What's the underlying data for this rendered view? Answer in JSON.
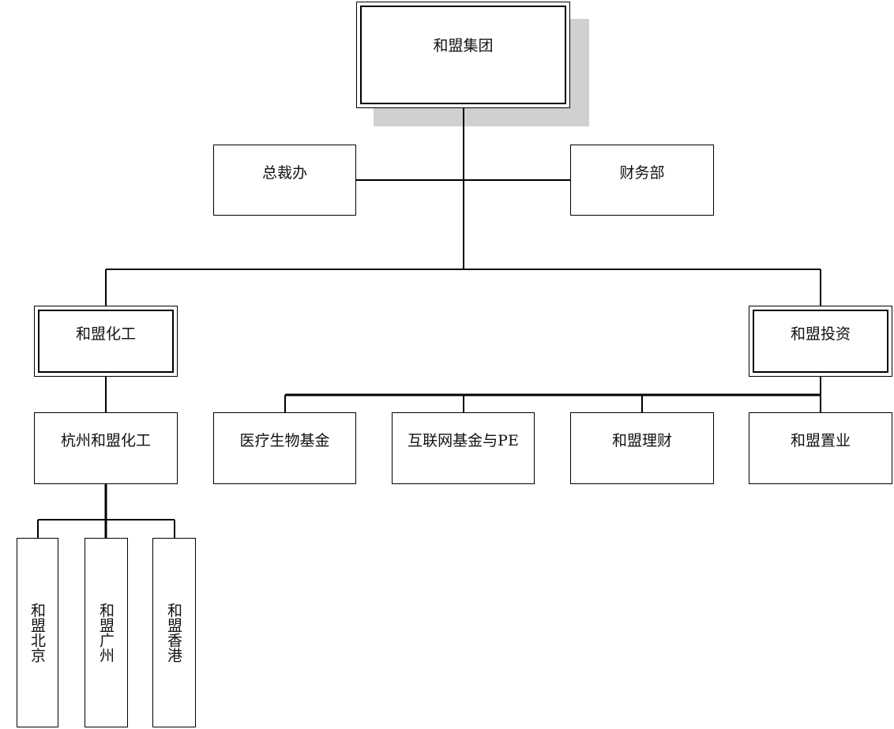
{
  "root": {
    "label": "和盟集团"
  },
  "staff": [
    {
      "label": "总裁办"
    },
    {
      "label": "财务部"
    }
  ],
  "divisions": [
    {
      "label": "和盟化工"
    },
    {
      "label": "和盟投资"
    }
  ],
  "chem_sub": {
    "label": "杭州和盟化工"
  },
  "invest_sub": [
    {
      "label": "医疗生物基金"
    },
    {
      "label": "互联网基金与PE"
    },
    {
      "label": "和盟理财"
    },
    {
      "label": "和盟置业"
    }
  ],
  "branches": [
    {
      "label": "和盟北京"
    },
    {
      "label": "和盟广州"
    },
    {
      "label": "和盟香港"
    }
  ]
}
